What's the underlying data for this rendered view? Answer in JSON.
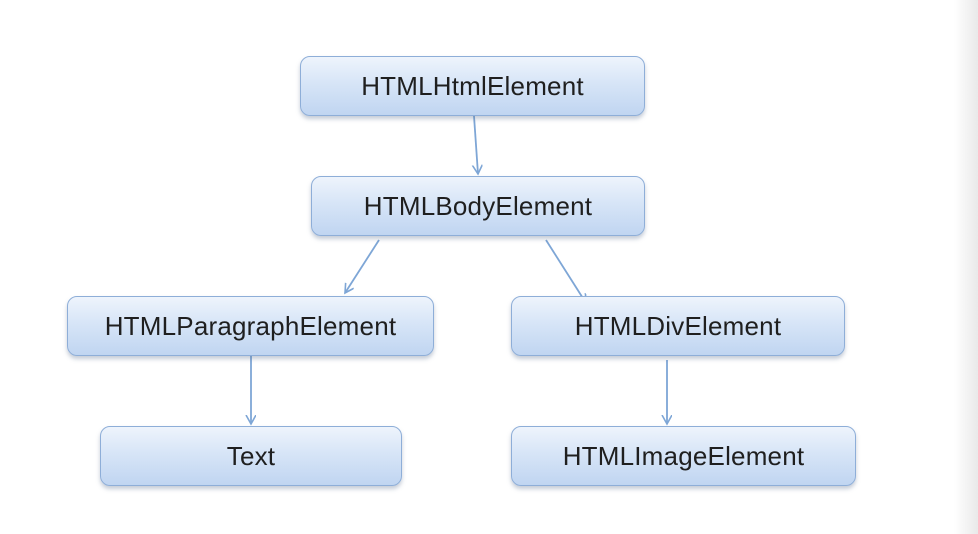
{
  "diagram": {
    "nodes": {
      "html_element": "HTMLHtmlElement",
      "body_element": "HTMLBodyElement",
      "paragraph_element": "HTMLParagraphElement",
      "div_element": "HTMLDivElement",
      "text_node": "Text",
      "image_element": "HTMLImageElement"
    },
    "edges": [
      {
        "from": "HTMLHtmlElement",
        "to": "HTMLBodyElement"
      },
      {
        "from": "HTMLBodyElement",
        "to": "HTMLParagraphElement"
      },
      {
        "from": "HTMLBodyElement",
        "to": "HTMLDivElement"
      },
      {
        "from": "HTMLParagraphElement",
        "to": "Text"
      },
      {
        "from": "HTMLDivElement",
        "to": "HTMLImageElement"
      }
    ],
    "colors": {
      "node_fill_top": "#eef4fc",
      "node_fill_bottom": "#c0d5f1",
      "node_border": "#8eaed8",
      "arrow": "#7ea6d6"
    }
  }
}
